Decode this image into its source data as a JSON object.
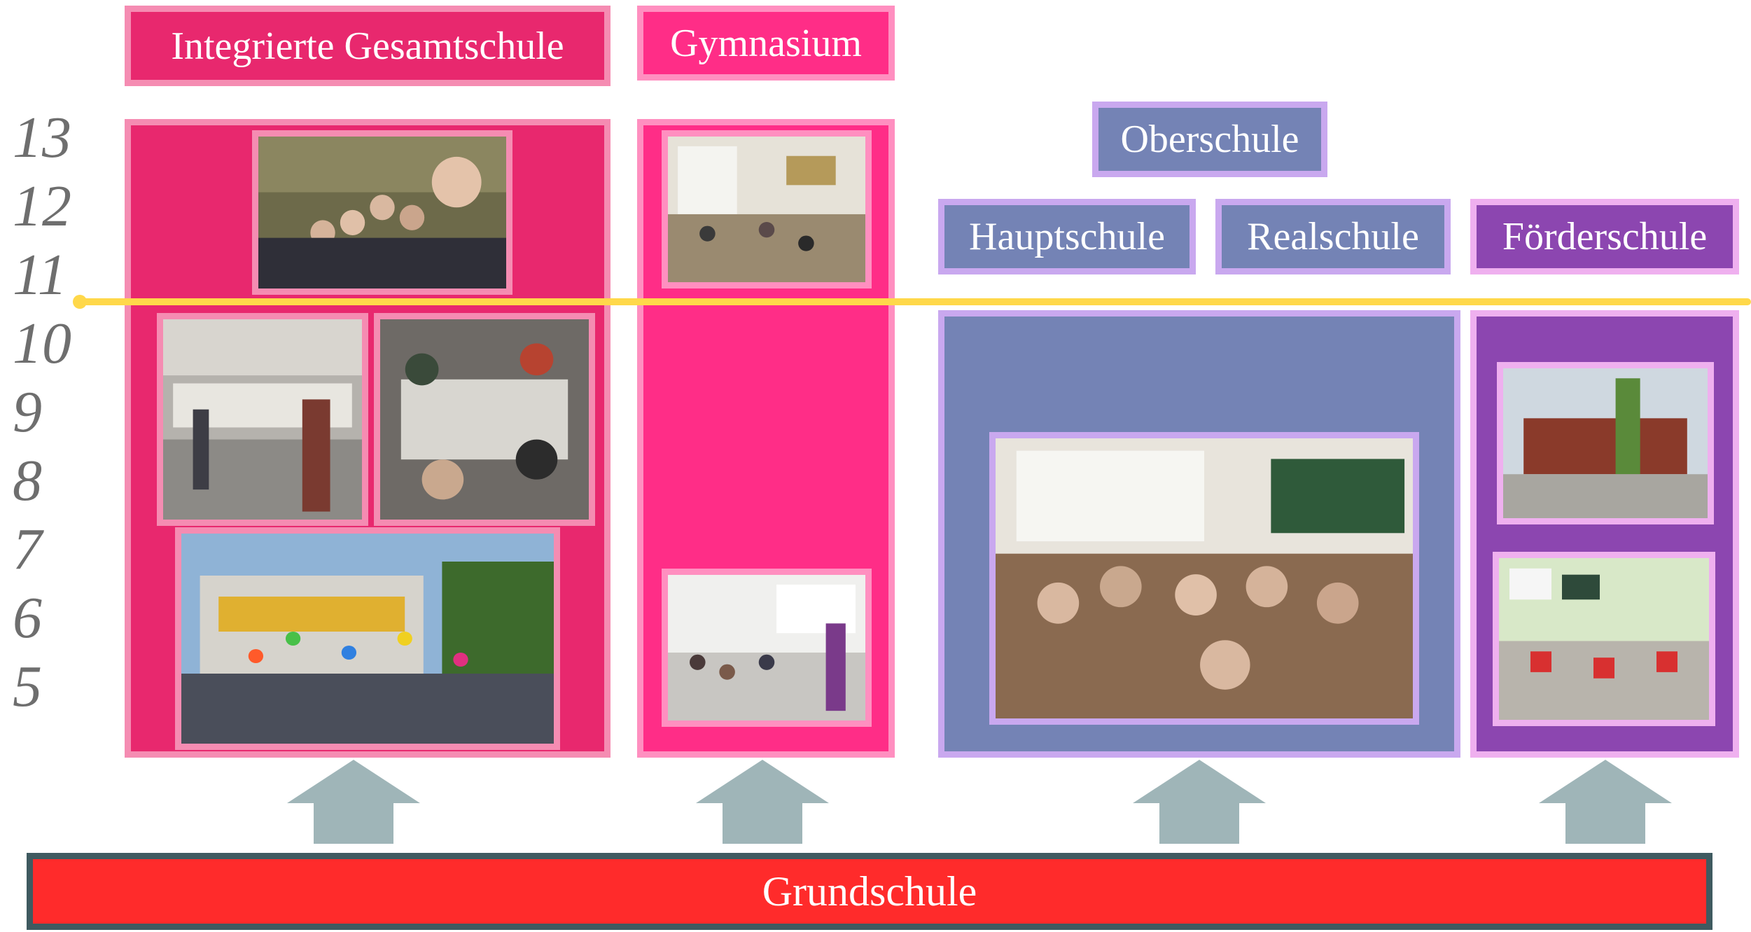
{
  "schools": {
    "igs": "Integrierte Gesamtschule",
    "gymnasium": "Gymnasium",
    "oberschule": "Oberschule",
    "hauptschule": "Hauptschule",
    "realschule": "Realschule",
    "foerderschule": "Förderschule",
    "grundschule": "Grundschule"
  },
  "grades": [
    "13",
    "12",
    "11",
    "10",
    "9",
    "8",
    "7",
    "6",
    "5"
  ],
  "colors": {
    "igs": "#e8286e",
    "gymnasium": "#ff2d87",
    "oberschule": "#7483b5",
    "foerderschule": "#8c46b0",
    "grundschule": "#ff2b2b",
    "divider": "#ffd84a",
    "arrow": "#9fb5b8"
  }
}
